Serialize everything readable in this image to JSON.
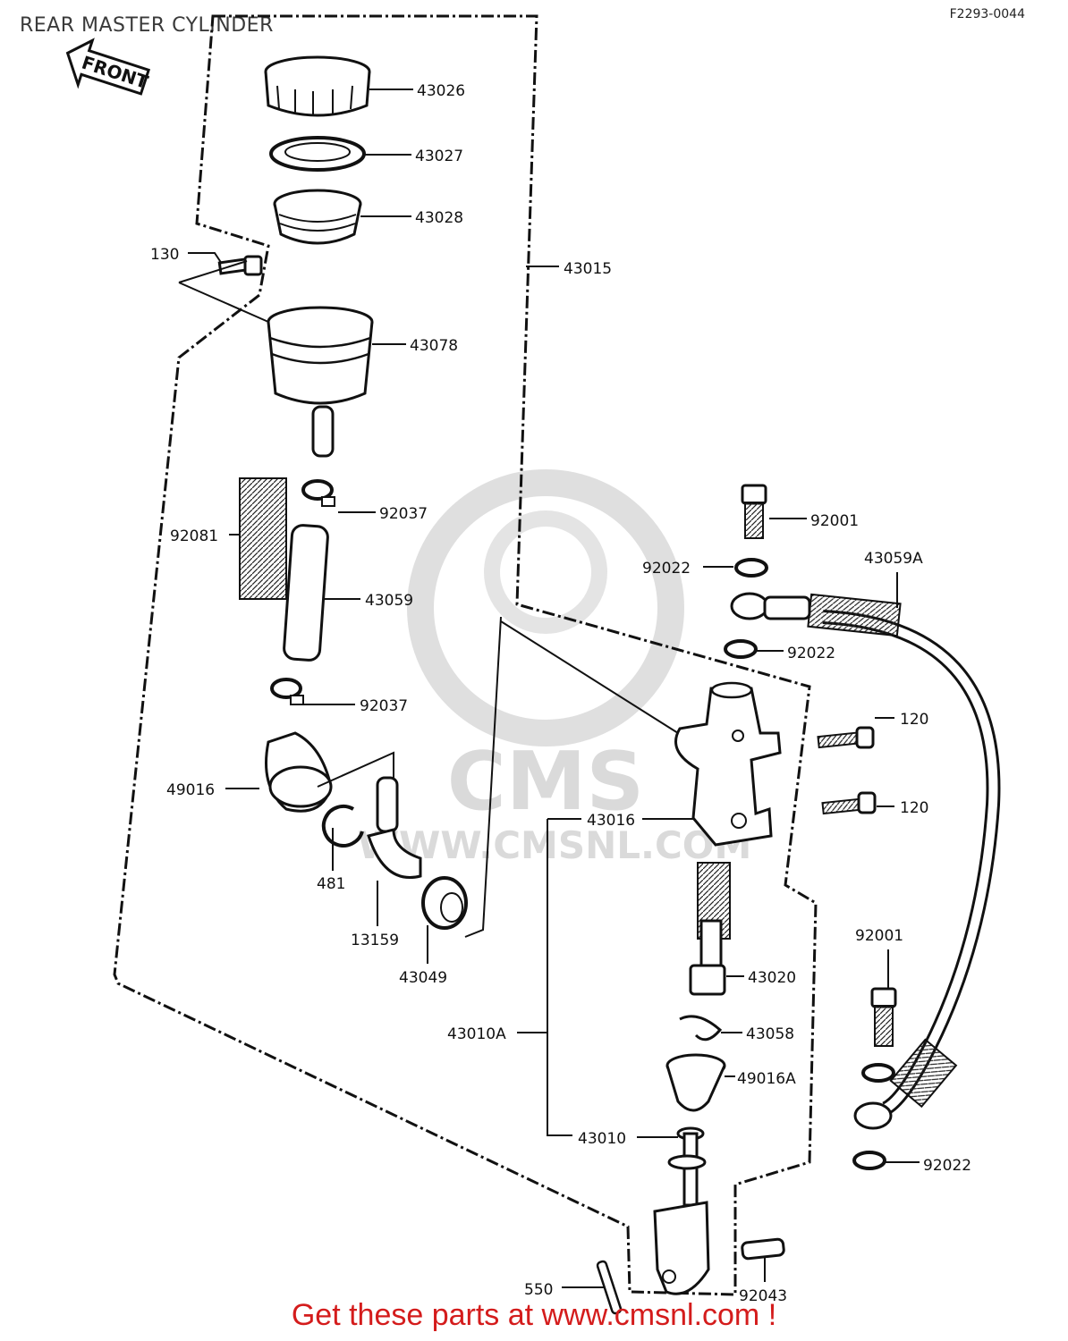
{
  "diagram": {
    "title": "REAR MASTER CYLINDER",
    "figure_code": "F2293-0044",
    "front_arrow_label": "FRONT",
    "watermark": {
      "logo_text": "CMS",
      "url_text": "WWW.CMSNL.COM"
    },
    "footer_text": "Get these parts at www.cmsnl.com !",
    "labels": {
      "p43026": "43026",
      "p43027": "43027",
      "p43028": "43028",
      "p43015": "43015",
      "p130": "130",
      "p43078": "43078",
      "p92037a": "92037",
      "p92081": "92081",
      "p43059": "43059",
      "p92037b": "92037",
      "p49016": "49016",
      "p481": "481",
      "p13159": "13159",
      "p43049": "43049",
      "p92001a": "92001",
      "p92022a": "92022",
      "p43059A": "43059A",
      "p92022b": "92022",
      "p120a": "120",
      "p120b": "120",
      "p43016": "43016",
      "p43020": "43020",
      "p92001b": "92001",
      "p43010A": "43010A",
      "p43058": "43058",
      "p49016A": "49016A",
      "p43010": "43010",
      "p92022c": "92022",
      "p550": "550",
      "p92043": "92043"
    }
  }
}
